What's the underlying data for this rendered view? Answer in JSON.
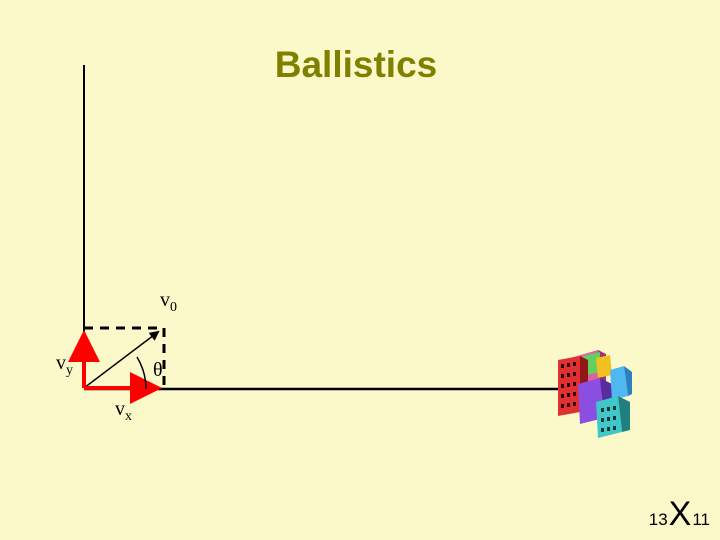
{
  "title": "Ballistics",
  "labels": {
    "v0_main": "v",
    "v0_sub": "0",
    "vy_main": "v",
    "vy_sub": "y",
    "vx_main": "v",
    "vx_sub": "x",
    "theta": "θ"
  },
  "slide_number": {
    "left": "13",
    "middle": "X",
    "right": "11"
  },
  "colors": {
    "background": "#fbf9c9",
    "title": "#808000",
    "vector": "#ff0000",
    "line": "#000000"
  },
  "icons": {
    "buildings": "city-buildings-icon"
  }
}
